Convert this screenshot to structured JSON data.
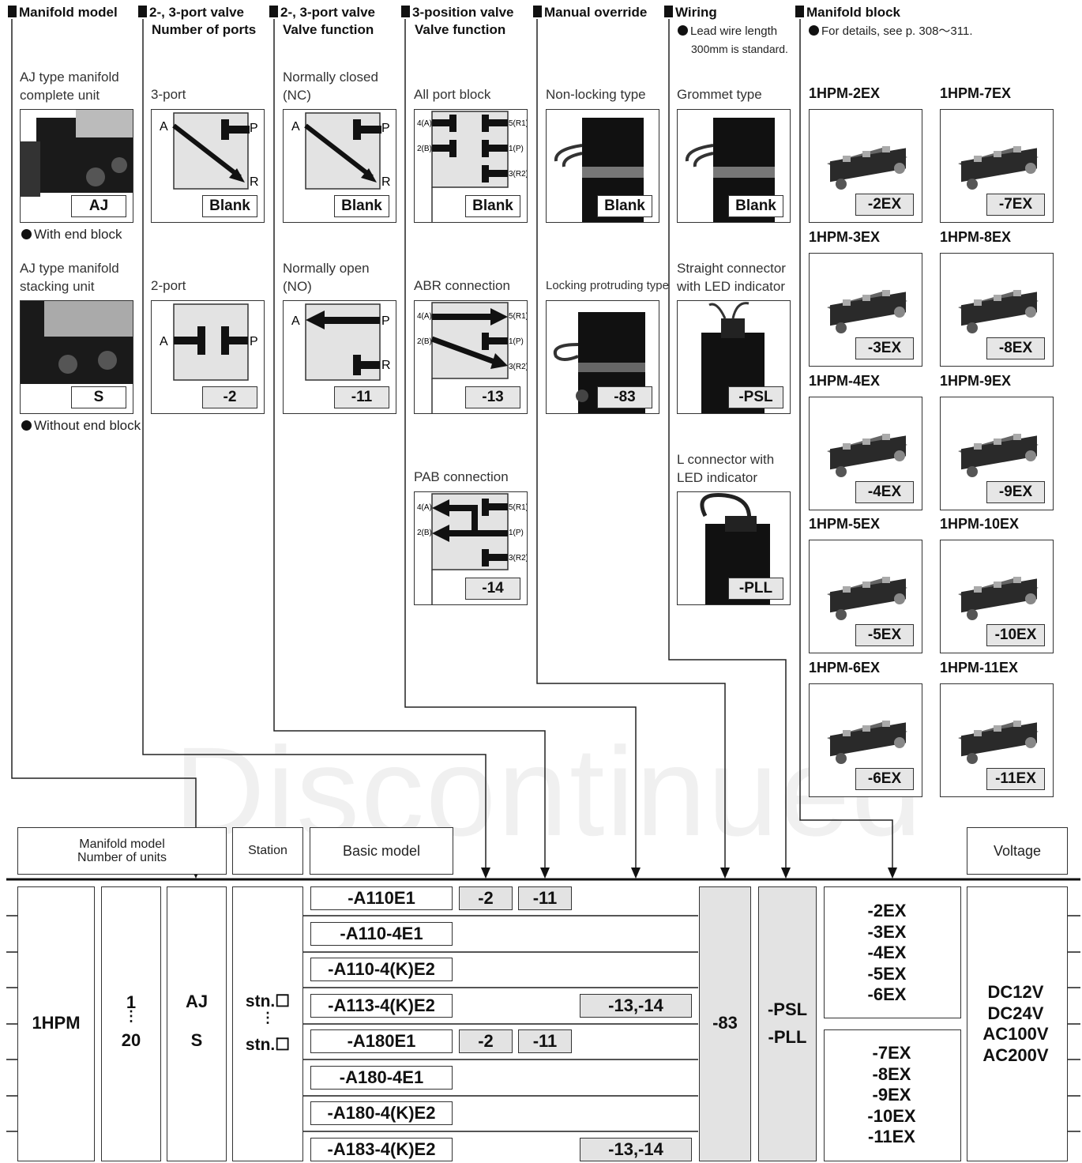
{
  "watermark": "Discontinued",
  "headers": {
    "manifold_model": "Manifold model",
    "ports_a": "2-, 3-port valve",
    "ports_b": "Number of ports",
    "func_a": "2-, 3-port valve",
    "func_b": "Valve function",
    "pos3_a": "3-position valve",
    "pos3_b": "Valve function",
    "override": "Manual override",
    "wiring": "Wiring",
    "wiring_note1": "Lead wire length",
    "wiring_note2": "300mm is standard.",
    "block": "Manifold block",
    "block_note": "For details, see p. 308〜311."
  },
  "col1": {
    "lbl1a": "AJ type manifold",
    "lbl1b": "complete unit",
    "code1": "AJ",
    "note1": "With end block",
    "lbl2a": "AJ type manifold",
    "lbl2b": "stacking unit",
    "code2": "S",
    "note2": "Without end block"
  },
  "col2": {
    "lbl1": "3-port",
    "code1": "Blank",
    "lbl2": "2-port",
    "code2": "-2"
  },
  "col3": {
    "lbl1a": "Normally closed",
    "lbl1b": "(NC)",
    "code1": "Blank",
    "lbl2a": "Normally open",
    "lbl2b": "(NO)",
    "code2": "-11"
  },
  "col4": {
    "lbl1": "All port block",
    "code1": "Blank",
    "lbl2": "ABR connection",
    "code2": "-13",
    "lbl3": "PAB connection",
    "code3": "-14"
  },
  "col5": {
    "lbl1": "Non-locking type",
    "code1": "Blank",
    "lbl2": "Locking protruding type",
    "code2": "-83"
  },
  "col6": {
    "lbl1": "Grommet type",
    "code1": "Blank",
    "lbl2a": "Straight connector",
    "lbl2b": "with LED indicator",
    "code2": "-PSL",
    "lbl3a": "L connector with",
    "lbl3b": "LED indicator",
    "code3": "-PLL"
  },
  "diagram_labels": {
    "A": "A",
    "P": "P",
    "R": "R",
    "p4A": "4(A)",
    "p2B": "2(B)",
    "p5R1": "5(R1)",
    "p1P": "1(P)",
    "p3R2": "3(R2)"
  },
  "blocks": [
    {
      "title": "1HPM-2EX",
      "code": "-2EX"
    },
    {
      "title": "1HPM-7EX",
      "code": "-7EX"
    },
    {
      "title": "1HPM-3EX",
      "code": "-3EX"
    },
    {
      "title": "1HPM-8EX",
      "code": "-8EX"
    },
    {
      "title": "1HPM-4EX",
      "code": "-4EX"
    },
    {
      "title": "1HPM-9EX",
      "code": "-9EX"
    },
    {
      "title": "1HPM-5EX",
      "code": "-5EX"
    },
    {
      "title": "1HPM-10EX",
      "code": "-10EX"
    },
    {
      "title": "1HPM-6EX",
      "code": "-6EX"
    },
    {
      "title": "1HPM-11EX",
      "code": "-11EX"
    }
  ],
  "table_headers": {
    "manifold_a": "Manifold model",
    "manifold_b": "Number of units",
    "station": "Station",
    "basic": "Basic model",
    "voltage": "Voltage"
  },
  "table": {
    "series": "1HPM",
    "units_top": "1",
    "units_dots": "⋮",
    "units_bottom": "20",
    "model_top": "AJ",
    "model_bottom": "S",
    "stn_top": "stn.☐",
    "stn_dots": "⋮",
    "stn_bottom": "stn.☐",
    "models": [
      "-A110E1",
      "-A110-4E1",
      "-A110-4(K)E2",
      "-A113-4(K)E2",
      "-A180E1",
      "-A180-4E1",
      "-A180-4(K)E2",
      "-A183-4(K)E2"
    ],
    "code_2": "-2",
    "code_11": "-11",
    "code_13_14": "-13,-14",
    "override": "-83",
    "wiring_top": "-PSL",
    "wiring_bottom": "-PLL",
    "blocks_top": "-2EX\n-3EX\n-4EX\n-5EX\n-6EX",
    "blocks_bottom": "-7EX\n-8EX\n-9EX\n-10EX\n-11EX",
    "voltage": "DC12V\nDC24V\nAC100V\nAC200V"
  }
}
